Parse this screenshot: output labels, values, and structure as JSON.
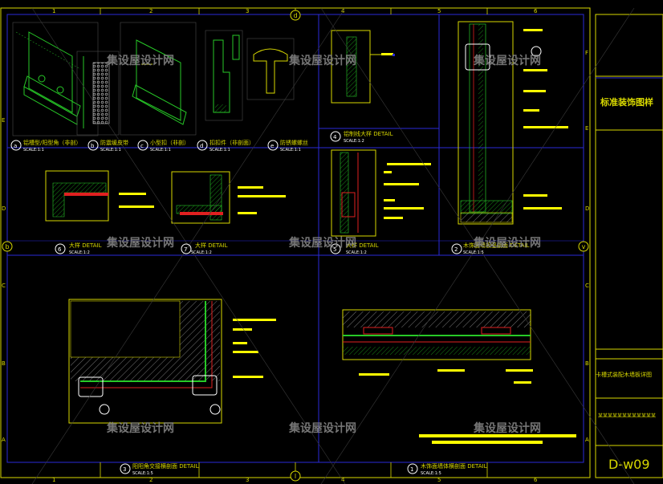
{
  "sheet": {
    "title": "标准装饰图样",
    "drawing_name": "卡槽式装配木墙板详图",
    "note_line": "某某某某某某某某某某某某",
    "drawing_number": "D-w09",
    "watermark": "集设屋设计网",
    "top_ruler_numbers": [
      "1",
      "2",
      "3",
      "4",
      "5",
      "6"
    ],
    "bottom_ruler_numbers": [
      "1",
      "2",
      "3",
      "4",
      "5",
      "6"
    ],
    "left_ruler_letters": [
      "E",
      "D",
      "C",
      "B",
      "A"
    ],
    "right_ruler_letters": [
      "F",
      "E",
      "D",
      "C",
      "B",
      "A"
    ],
    "grid_bubble_top": "d",
    "grid_bubble_bottom": "l",
    "grid_bubble_left": "b",
    "grid_bubble_right": "v"
  },
  "details": [
    {
      "num": "a",
      "title": "铝槽型/阳型角（非剖）",
      "scale": "SCALE:1:1"
    },
    {
      "num": "b",
      "title": "防震缓皮带",
      "scale": "SCALE:1:1"
    },
    {
      "num": "c",
      "title": "小型扣（非剖）",
      "scale": "SCALE:1:1"
    },
    {
      "num": "d",
      "title": "扣扣件（非剖面）",
      "scale": "SCALE:1:1"
    },
    {
      "num": "e",
      "title": "防锈螺螺丝",
      "scale": "SCALE:1:1"
    },
    {
      "num": "4",
      "title": "铝制线大样 DETAIL",
      "scale": "SCALE:1:2"
    },
    {
      "num": "6",
      "title": "大样 DETAIL",
      "scale": "SCALE:1:2"
    },
    {
      "num": "7",
      "title": "大样 DETAIL",
      "scale": "SCALE:1:2"
    },
    {
      "num": "5",
      "title": "大样 DETAIL",
      "scale": "SCALE:1:2"
    },
    {
      "num": "2",
      "title": "木饰面墙板竖剖面 DETAIL",
      "scale": "SCALE:1:5"
    },
    {
      "num": "3",
      "title": "阳阳角交接横剖面 DETAIL",
      "scale": "SCALE:1:5"
    },
    {
      "num": "1",
      "title": "木饰面墙体横剖面 DETAIL",
      "scale": "SCALE:1:5"
    }
  ]
}
